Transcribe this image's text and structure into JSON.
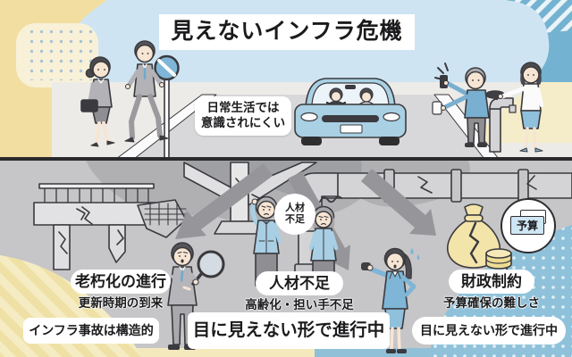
{
  "title": "見えないインフラ危機",
  "street": {
    "awareness_bubble": {
      "line1": "日常生活では",
      "line2": "意識されにくい"
    }
  },
  "factors": {
    "aging": {
      "label": "老朽化の進行",
      "sub": "更新時期の到来"
    },
    "staffing": {
      "label": "人材不足",
      "sub": "高齢化・担い手不足"
    },
    "finance": {
      "label": "財政制約",
      "sub": "予算確保の難しさ"
    },
    "worker_bubble": {
      "line1": "人材",
      "line2": "不足"
    },
    "budget_tag": "予算"
  },
  "notes": {
    "structural": "インフラ事故は構造的",
    "progress_center": "目に見えない形で進行中",
    "progress_right": "目に見えない形で進行中"
  },
  "colors": {
    "yellow": "#f2dea1",
    "sky": "#cfe4f2",
    "teal": "#74b2d1",
    "surface": "#ecebe7",
    "road": "#d8d8db",
    "underground": "#c6c6c8",
    "accent_blue": "#a9cfe4",
    "money_yellow": "#f3e4aa"
  }
}
